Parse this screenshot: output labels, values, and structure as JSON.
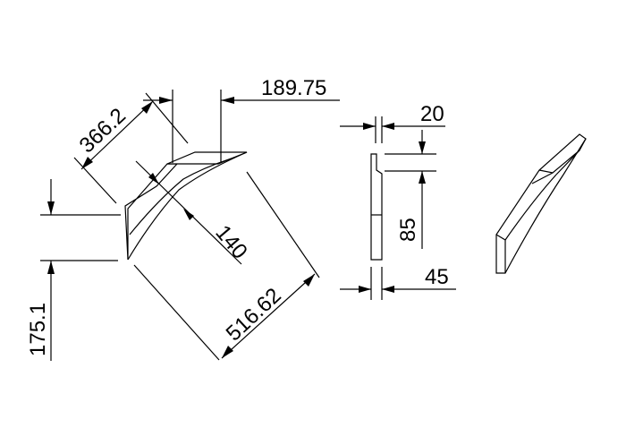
{
  "drawing": {
    "dimensions": {
      "top_width": "189.75",
      "slant_length": "366.2",
      "depth": "140",
      "long_length": "516.62",
      "height": "175.1",
      "thickness_top": "20",
      "notch_height": "85",
      "thickness_bottom": "45"
    }
  }
}
